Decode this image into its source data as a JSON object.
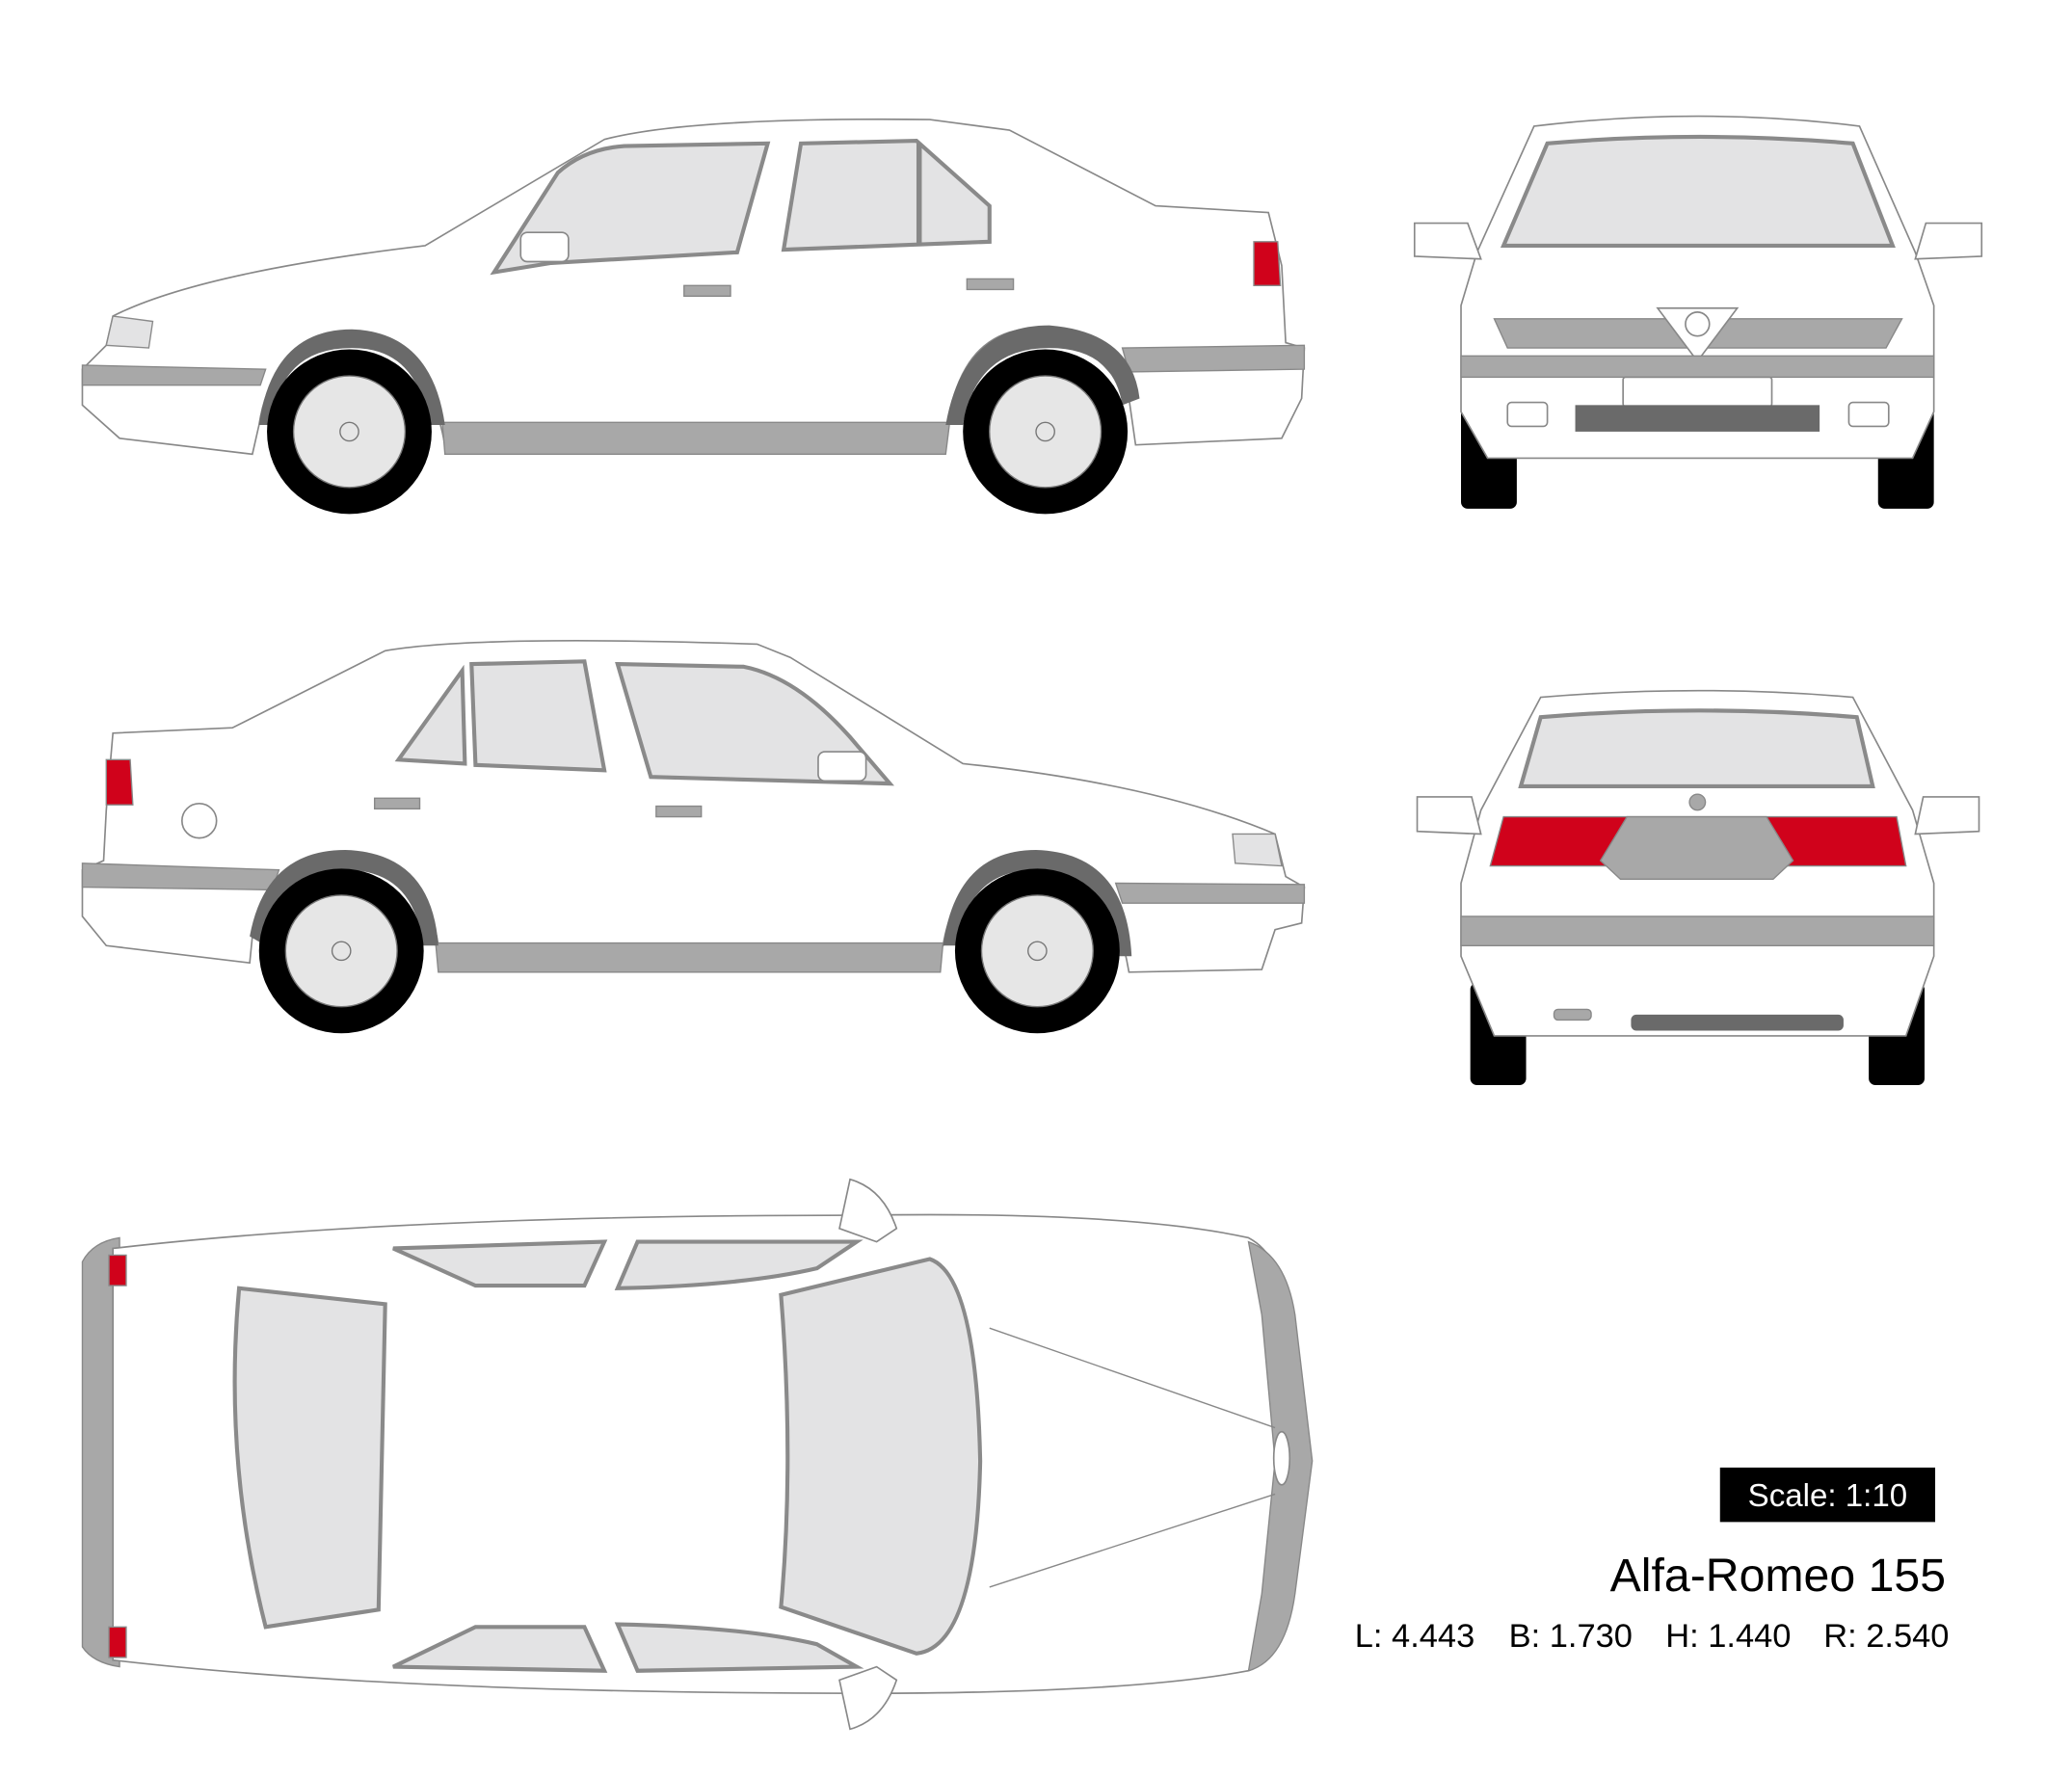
{
  "model": {
    "scale_label": "Scale: 1:10",
    "title": "Alfa-Romeo 155",
    "dimensions": {
      "length": "L: 4.443",
      "width": "B: 1.730",
      "height": "H: 1.440",
      "wheelbase": "R: 2.540"
    }
  },
  "colors": {
    "light_red": "#d0021b",
    "glass": "#e3e3e4",
    "trim": "#a8a8a8"
  }
}
